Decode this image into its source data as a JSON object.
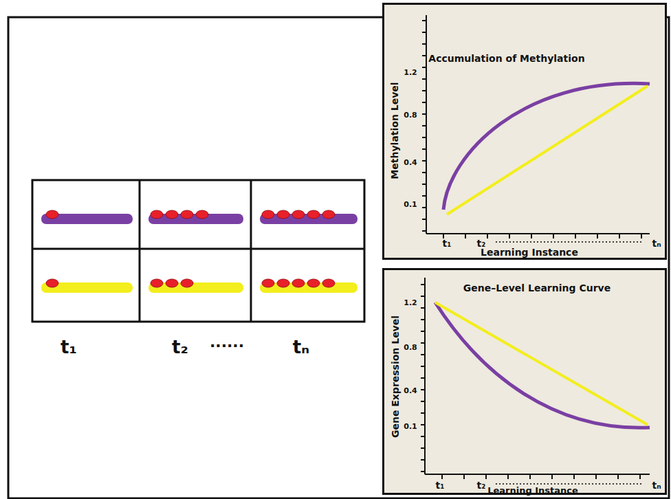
{
  "diagram": {
    "nodes": [
      {
        "text": [
          "Accumulation of Methylation"
        ]
      },
      {
        "text": [
          "Gene–Level  Learning Curve"
        ]
      }
    ],
    "labels": [
      "1.2",
      "0.8",
      "0.4",
      "0.1",
      "Methylation Level",
      "t₁",
      "t₂",
      "tₙ",
      "Learning Instance",
      "1.2",
      "0.8",
      "0.4",
      "0.1",
      "Gene Expression Level",
      "t₁",
      "t₂",
      "tₙ",
      "Learning Instance",
      "t₁",
      "t₂",
      "······",
      "tₙ"
    ]
  }
}
